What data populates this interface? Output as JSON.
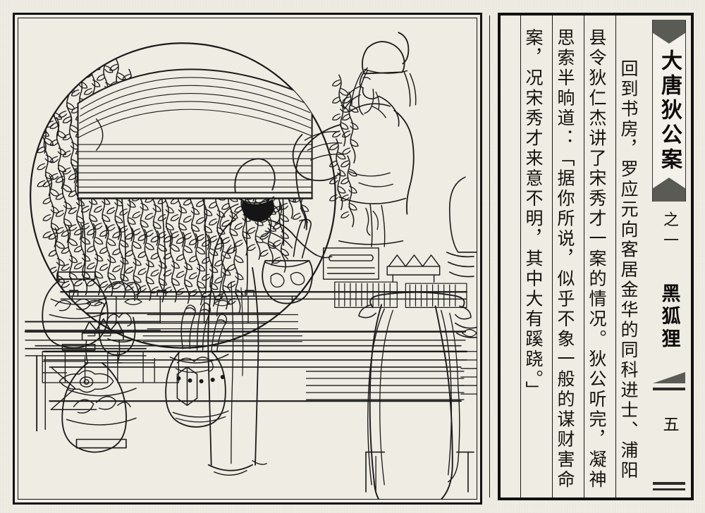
{
  "page": {
    "background_color": "#eeece3",
    "ink_color": "#111111",
    "band_color": "#5b5b55"
  },
  "illustration": {
    "caption": "Ming-style line-drawing: a study interior. A scholar seen from behind in a tall hat stands at a long writing desk reaching toward a brush pot; an official in a futou cap stands with folded hands behind the desk; a large round moon-window with a rolled bamboo blind and hanging willow branches fills the upper left; decorated porcelain vases, a ewer, a scroll jar and a draped chair occupy the foreground.",
    "elements": [
      "round-moon-window",
      "bamboo-blind",
      "willow-branches",
      "balustrade",
      "scholar-figure-back-view",
      "official-figure-standing",
      "writing-desk",
      "brush-pot-with-brush",
      "inkstone",
      "brush-rest",
      "stacked-books",
      "porcelain-vase-large",
      "porcelain-ewer",
      "floor-vase-decorated",
      "scroll-jar",
      "draped-armchair",
      "side-table"
    ]
  },
  "text_panel": {
    "reading_direction": "vertical right-to-left",
    "columns": [
      {
        "id": "c1",
        "text": "回到书房，罗应元向客居金华的同科进士、浦阳",
        "indent": true
      },
      {
        "id": "c2",
        "text": "县令狄仁杰讲了宋秀才一案的情况。狄公听完，凝神",
        "indent": false
      },
      {
        "id": "c3",
        "text": "思索半晌道：「据你所说，似乎不象一般的谋财害命",
        "indent": false
      },
      {
        "id": "c4",
        "text": "案，况宋秀才来意不明，其中大有蹊跷。」",
        "indent": false
      },
      {
        "id": "c5",
        "text": "",
        "indent": false
      }
    ],
    "title_block": {
      "title": "大唐狄公案",
      "series": "之一",
      "subtitle": "黑狐狸",
      "page_number": "五"
    }
  }
}
